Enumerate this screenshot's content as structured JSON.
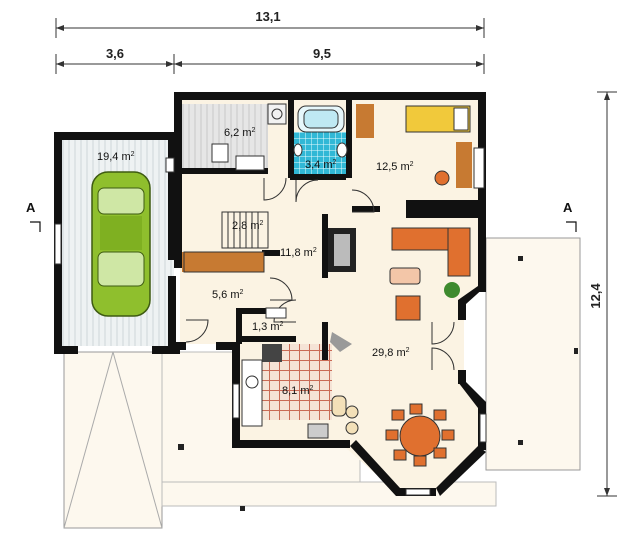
{
  "dimensions": {
    "total_width": "13,1",
    "left_width": "3,6",
    "right_width": "9,5",
    "total_depth": "12,4"
  },
  "section_markers": {
    "left": "A",
    "right": "A"
  },
  "unit": "m",
  "rooms": {
    "garage": "19,4",
    "utility": "6,2",
    "bathroom": "3,4",
    "bedroom": "12,5",
    "stairs": "2,8",
    "hall": "11,8",
    "entry": "5,6",
    "wc": "1,3",
    "kitchen": "8,1",
    "living": "29,8"
  },
  "colors": {
    "wall": "#111111",
    "floor": "#fbf3e3",
    "garage_floor": "#e9eef0",
    "tile_blue": "#31b8d6",
    "tile_red": "#c96a55",
    "wood": "#c77a32",
    "sofa": "#e0702f",
    "car": "#8fbf2d",
    "bed": "#f1c93b"
  }
}
